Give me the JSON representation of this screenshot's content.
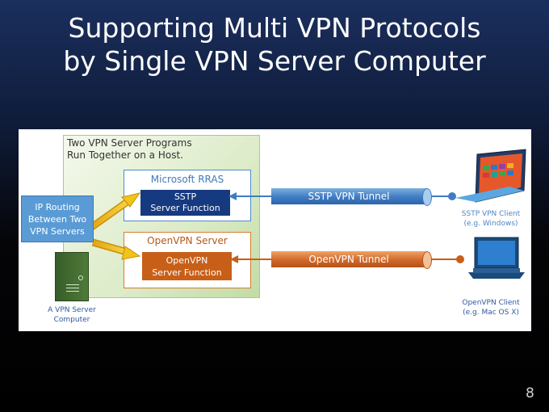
{
  "slide": {
    "title_line1": "Supporting Multi VPN Protocols",
    "title_line2": "by Single VPN Server Computer",
    "page_number": "8"
  },
  "diagram": {
    "host_label_line1": "Two VPN Server Programs",
    "host_label_line2": "Run Together on a Host.",
    "rras": {
      "title": "Microsoft RRAS",
      "function_line1": "SSTP",
      "function_line2": "Server Function"
    },
    "openvpn": {
      "title": "OpenVPN Server",
      "function_line1": "OpenVPN",
      "function_line2": "Server Function"
    },
    "routing": {
      "line1": "IP Routing",
      "line2": "Between Two",
      "line3": "VPN Servers"
    },
    "server": {
      "label_line1": "A VPN Server",
      "label_line2": "Computer"
    },
    "sstp_tunnel": "SSTP VPN Tunnel",
    "openvpn_tunnel": "OpenVPN Tunnel",
    "sstp_client": {
      "line1": "SSTP VPN Client",
      "line2": "(e.g. Windows)"
    },
    "openvpn_client": {
      "line1": "OpenVPN Client",
      "line2": "(e.g. Mac OS X)"
    },
    "colors": {
      "sstp_blue": "#3f7cc2",
      "rras_navy": "#163a80",
      "openvpn_orange": "#c85f18",
      "host_green": "#c2dca5",
      "routing_blue": "#5a9bd5",
      "server_green": "#4f7b3a",
      "routing_arrow_yellow": "#f2c318"
    }
  }
}
